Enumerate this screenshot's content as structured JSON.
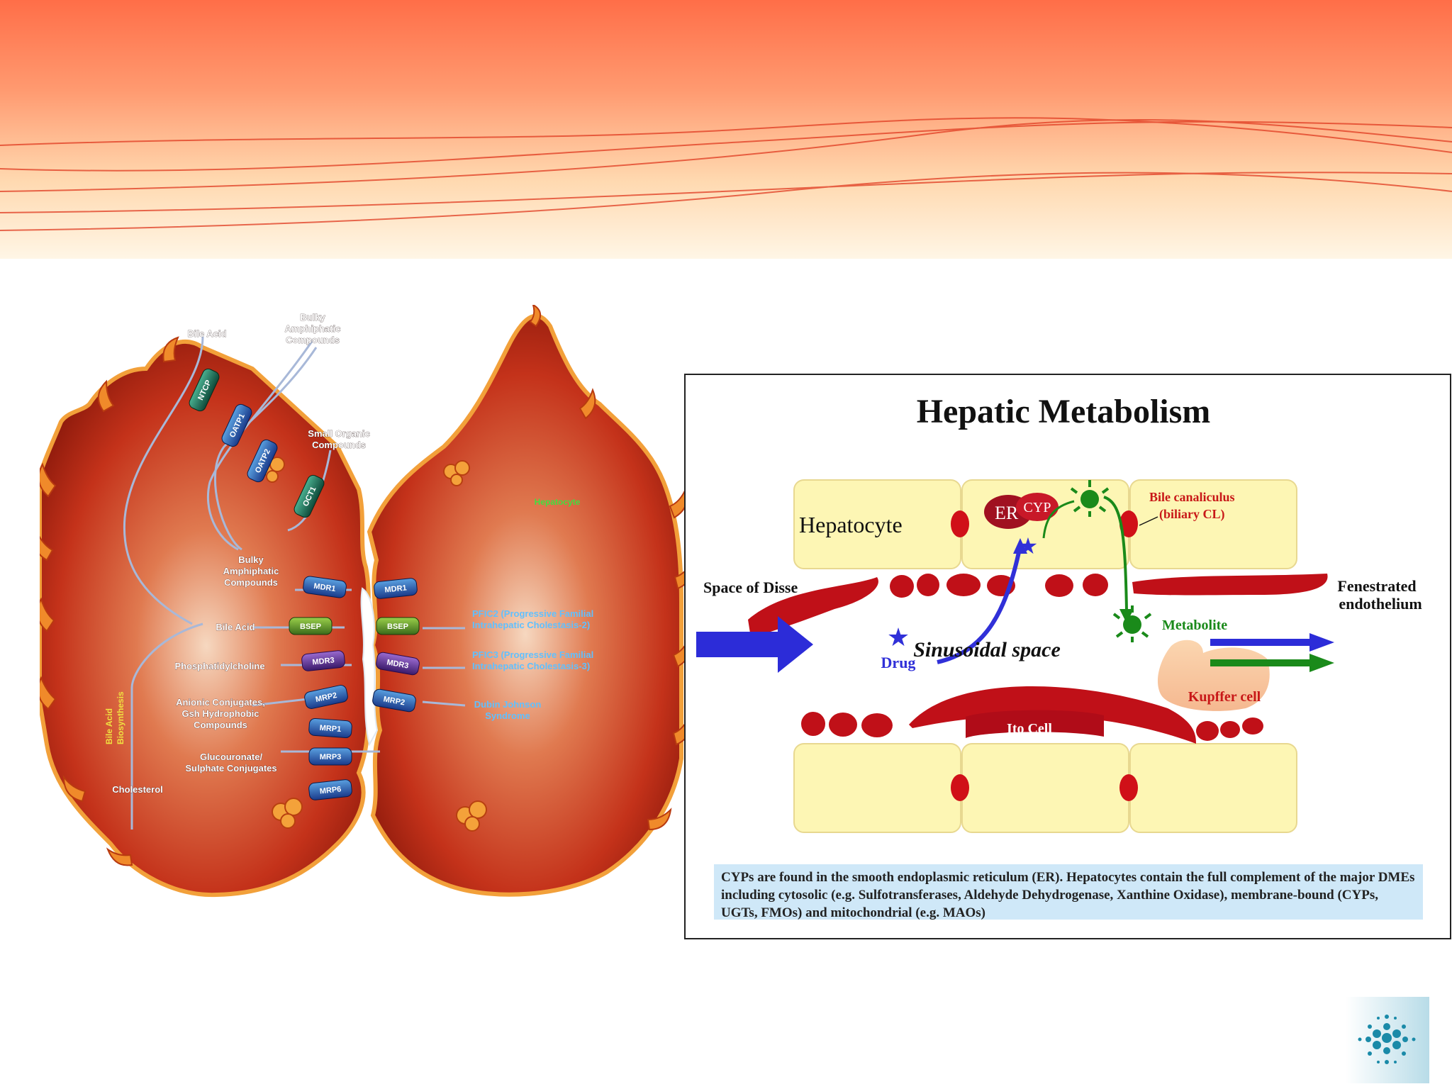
{
  "colors": {
    "banner_top": "#ff7a50",
    "banner_bottom": "#fff3df",
    "hepatocyte_red": "#c9301a",
    "hepatocyte_orange": "#f08a2a",
    "cell_yellow": "#fdf6b4",
    "rbc_red": "#c8101a",
    "caption_bg": "#cfe8f8",
    "drug_blue": "#3030d8",
    "metabolite_green": "#1a8a1a"
  },
  "left_diagram": {
    "hepatocyte_label": "Hepatocyte",
    "inputs": [
      {
        "label": "Bile Acid"
      },
      {
        "label": "Bulky Amphiphatic Compounds"
      },
      {
        "label": "Small Organic Compounds"
      }
    ],
    "uptake_transporters": [
      "NTCP",
      "OATP1",
      "OATP2",
      "OCT1"
    ],
    "internal_labels": [
      "Bulky Amphiphatic Compounds",
      "Bile Acid",
      "Phosphatidylcholine",
      "Anionic Conjugates, Gsh Hydrophobic Compounds",
      "Glucouronate/ Sulphate Conjugates",
      "Cholesterol",
      "Bile Acid Biosynthesis"
    ],
    "efflux_transporters_left": [
      "MDR1",
      "BSEP",
      "MDR3",
      "MRP2",
      "MRP1",
      "MRP3",
      "MRP6"
    ],
    "efflux_transporters_right": [
      "MDR1",
      "BSEP",
      "MDR3",
      "MRP2"
    ],
    "diseases": [
      "PFIC2 (Progressive Familial Intrahepatic Cholestasis-2)",
      "PFIC3 (Progressive Familial Intrahepatic Cholestasis-3)",
      "Dubin Johnson Syndrome"
    ]
  },
  "right_panel": {
    "title": "Hepatic Metabolism",
    "labels": {
      "hepatocyte": "Hepatocyte",
      "er": "ER",
      "cyp": "CYP",
      "bile_canaliculus": "Bile canaliculus",
      "biliary_cl": "(biliary CL)",
      "space_of_disse": "Space of Disse",
      "fenestrated": "Fenestrated",
      "endothelium": "endothelium",
      "metabolite": "Metabolite",
      "drug": "Drug",
      "sinusoidal_space": "Sinusoidal space",
      "kupffer_cell": "Kupffer cell",
      "ito_cell": "Ito Cell"
    },
    "caption": "CYPs are found in the smooth endoplasmic reticulum (ER). Hepatocytes contain the full complement of the major DMEs including cytosolic (e.g. Sulfotransferases, Aldehyde Dehydrogenase, Xanthine Oxidase), membrane-bound (CYPs, UGTs, FMOs) and mitochondrial (e.g. MAOs)"
  }
}
